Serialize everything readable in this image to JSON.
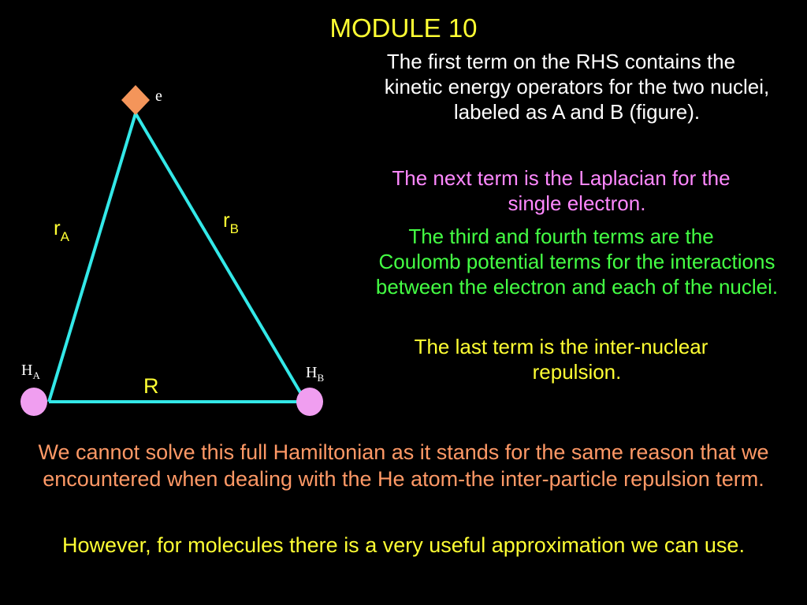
{
  "slide": {
    "title": "MODULE 10",
    "paragraphs": {
      "p1": {
        "first": "The first term on the RHS contains the",
        "rest": "kinetic energy operators for the two nuclei, labeled as A and B (figure)."
      },
      "p2": {
        "first": "The next term is the Laplacian for the",
        "rest": "single electron."
      },
      "p3": {
        "first": "The third and fourth terms are the",
        "rest": "Coulomb potential terms for the interactions between the electron and each of the nuclei."
      },
      "p4": {
        "first": "The last term is the inter-nuclear",
        "rest": "repulsion."
      },
      "p5": "We cannot solve this full Hamiltonian as it stands for the same reason that we encountered when dealing with the He atom-the inter-particle repulsion term.",
      "p6": "However, for molecules there is a very useful approximation we can use."
    }
  },
  "diagram": {
    "electron_label": "e",
    "ra": {
      "base": "r",
      "sub": "A"
    },
    "rb": {
      "base": "r",
      "sub": "B"
    },
    "r_label": "R",
    "ha": {
      "base": "H",
      "sub": "A"
    },
    "hb": {
      "base": "H",
      "sub": "B"
    }
  },
  "colors": {
    "background": "#000000",
    "title": "#ffff33",
    "white_text": "#ffffff",
    "magenta_text": "#ff88ff",
    "green_text": "#44ff44",
    "yellow_text": "#ffff33",
    "salmon_text": "#ff9966",
    "triangle": "#33e8e8",
    "electron": "#f4955a",
    "nucleus": "#f09ef0"
  }
}
